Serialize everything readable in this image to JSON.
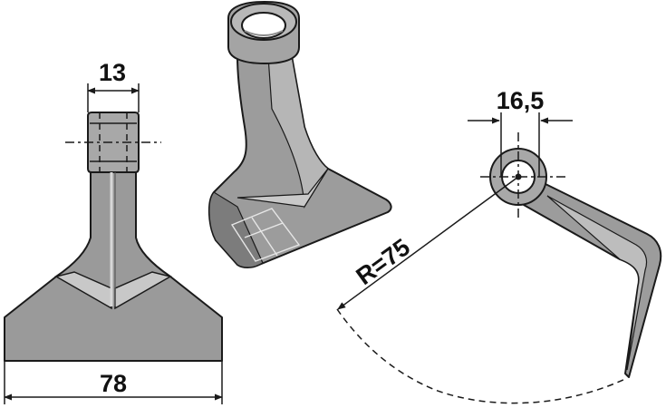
{
  "dimensions": {
    "shaft_width": "13",
    "blade_width": "78",
    "bore_diameter": "16,5",
    "swing_radius": "R=75"
  },
  "colors": {
    "part_fill": "#9a9a9a",
    "part_light": "#c4c4c4",
    "part_dark": "#6e6e6e",
    "line": "#1a1a1a"
  }
}
